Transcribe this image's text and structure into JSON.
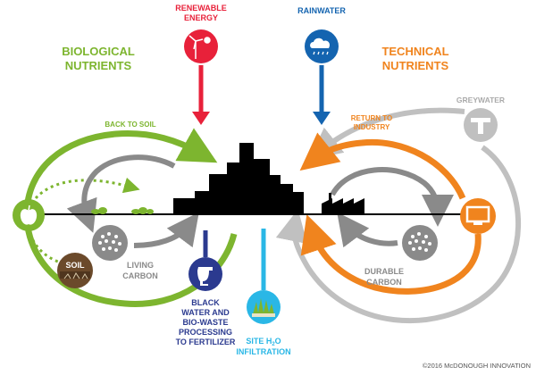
{
  "labels": {
    "biological_line1": "BIOLOGICAL",
    "biological_line2": "NUTRIENTS",
    "technical_line1": "TECHNICAL",
    "technical_line2": "NUTRIENTS",
    "renewable_line1": "RENEWABLE",
    "renewable_line2": "ENERGY",
    "rainwater": "RAINWATER",
    "greywater": "GREYWATER",
    "back_to_soil": "BACK TO SOIL",
    "return_line1": "RETURN TO",
    "return_line2": "INDUSTRY",
    "soil": "SOIL",
    "living_line1": "LIVING",
    "living_line2": "CARBON",
    "durable_line1": "DURABLE",
    "durable_line2": "CARBON",
    "black_line1": "BLACK",
    "black_line2": "WATER AND",
    "black_line3": "BIO-WASTE",
    "black_line4": "PROCESSING",
    "black_line5": "TO FERTILIZER",
    "site_line1_a": "SITE H",
    "site_line1_sub": "2",
    "site_line1_b": "O",
    "site_line2": "INFILTRATION",
    "copyright": "©2016 McDONOUGH INNOVATION"
  },
  "icons": {
    "apple": "apple-icon",
    "soil": "soil-icon",
    "living_carbon": "living-carbon-icon",
    "durable_carbon": "durable-carbon-icon",
    "renewable": "wind-sun-icon",
    "rainwater": "rain-cloud-icon",
    "greywater": "faucet-icon",
    "toilet": "toilet-icon",
    "grass": "grass-icon",
    "monitor": "monitor-icon"
  },
  "colors": {
    "biological": "#7db52f",
    "technical": "#f0841e",
    "renewable": "#e8213a",
    "rainwater": "#1464b0",
    "greywater": "#c0c0c0",
    "carbon_cycle": "#8a8a8a",
    "black_water": "#2b3a8f",
    "infiltration": "#2ab7e6",
    "city": "#000000",
    "soil": "#6b4a2b"
  }
}
